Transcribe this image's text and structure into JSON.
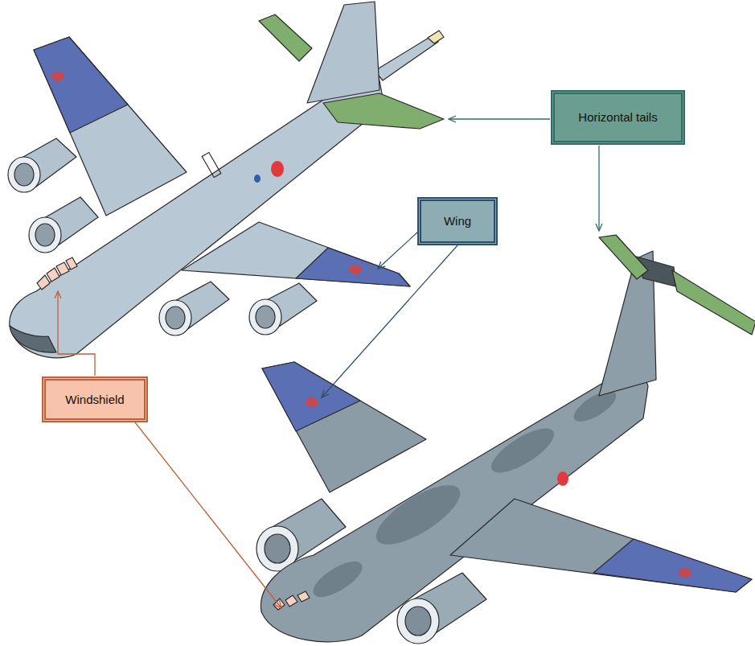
{
  "diagram": {
    "nodes": [
      {
        "text": [
          "Horizontal tails"
        ]
      },
      {
        "text": [
          "Wing"
        ]
      },
      {
        "text": [
          "Windshield"
        ]
      }
    ]
  }
}
